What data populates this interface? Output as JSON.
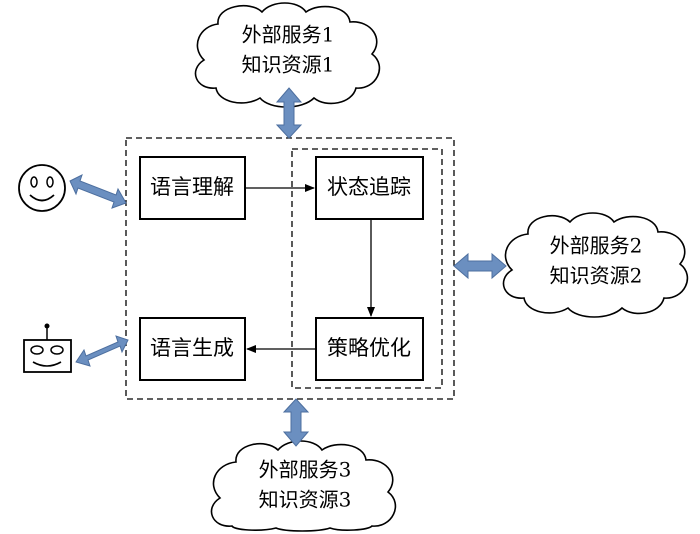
{
  "modules": {
    "understanding": "语言理解",
    "tracking": "状态追踪",
    "policy": "策略优化",
    "generation": "语言生成"
  },
  "clouds": {
    "top": {
      "line1": "外部服务1",
      "line2": "知识资源1"
    },
    "right": {
      "line1": "外部服务2",
      "line2": "知识资源2"
    },
    "bottom": {
      "line1": "外部服务3",
      "line2": "知识资源3"
    }
  },
  "icons": {
    "user": "smiley-face-icon",
    "system": "robot-face-icon"
  },
  "colors": {
    "double_arrow": "#6b8fc0"
  }
}
